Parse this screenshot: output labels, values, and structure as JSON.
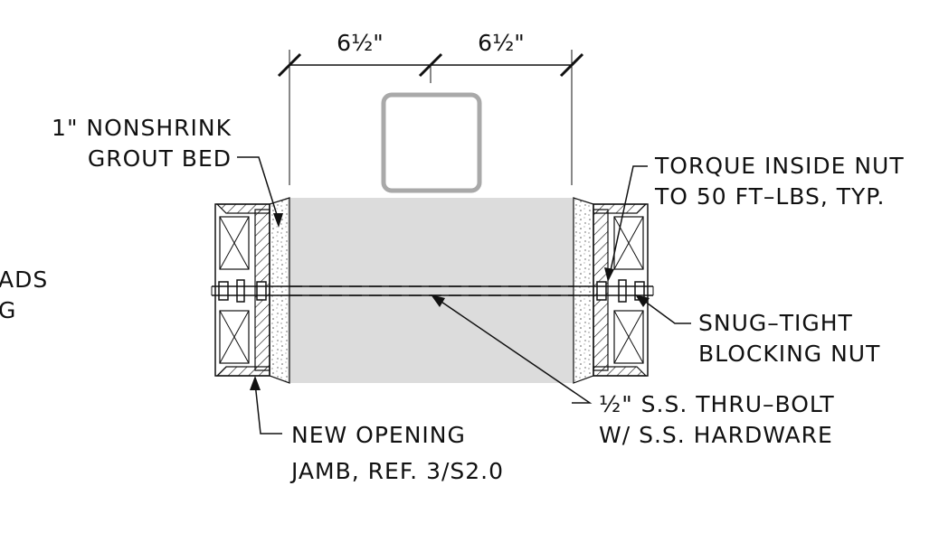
{
  "dimensions": {
    "left": "6½\"",
    "right": "6½\""
  },
  "labels": {
    "grout_line1": "1\" NONSHRINK",
    "grout_line2": "GROUT BED",
    "torque_line1": "TORQUE INSIDE NUT",
    "torque_line2": "TO 50 FT–LBS, TYP.",
    "left_cut_line1": "ADS",
    "left_cut_line2": "G",
    "snug_line1": "SNUG–TIGHT",
    "snug_line2": "BLOCKING NUT",
    "bolt_line1": "½\" S.S. THRU–BOLT",
    "bolt_line2": "W/ S.S. HARDWARE",
    "jamb_line1": "NEW OPENING",
    "jamb_line2": "JAMB, REF. 3/S2.0"
  },
  "colors": {
    "ink": "#111111",
    "post_fill": "#dcdcdc",
    "tube_stroke": "#a9a9a9",
    "grout_dots": "#555555"
  }
}
